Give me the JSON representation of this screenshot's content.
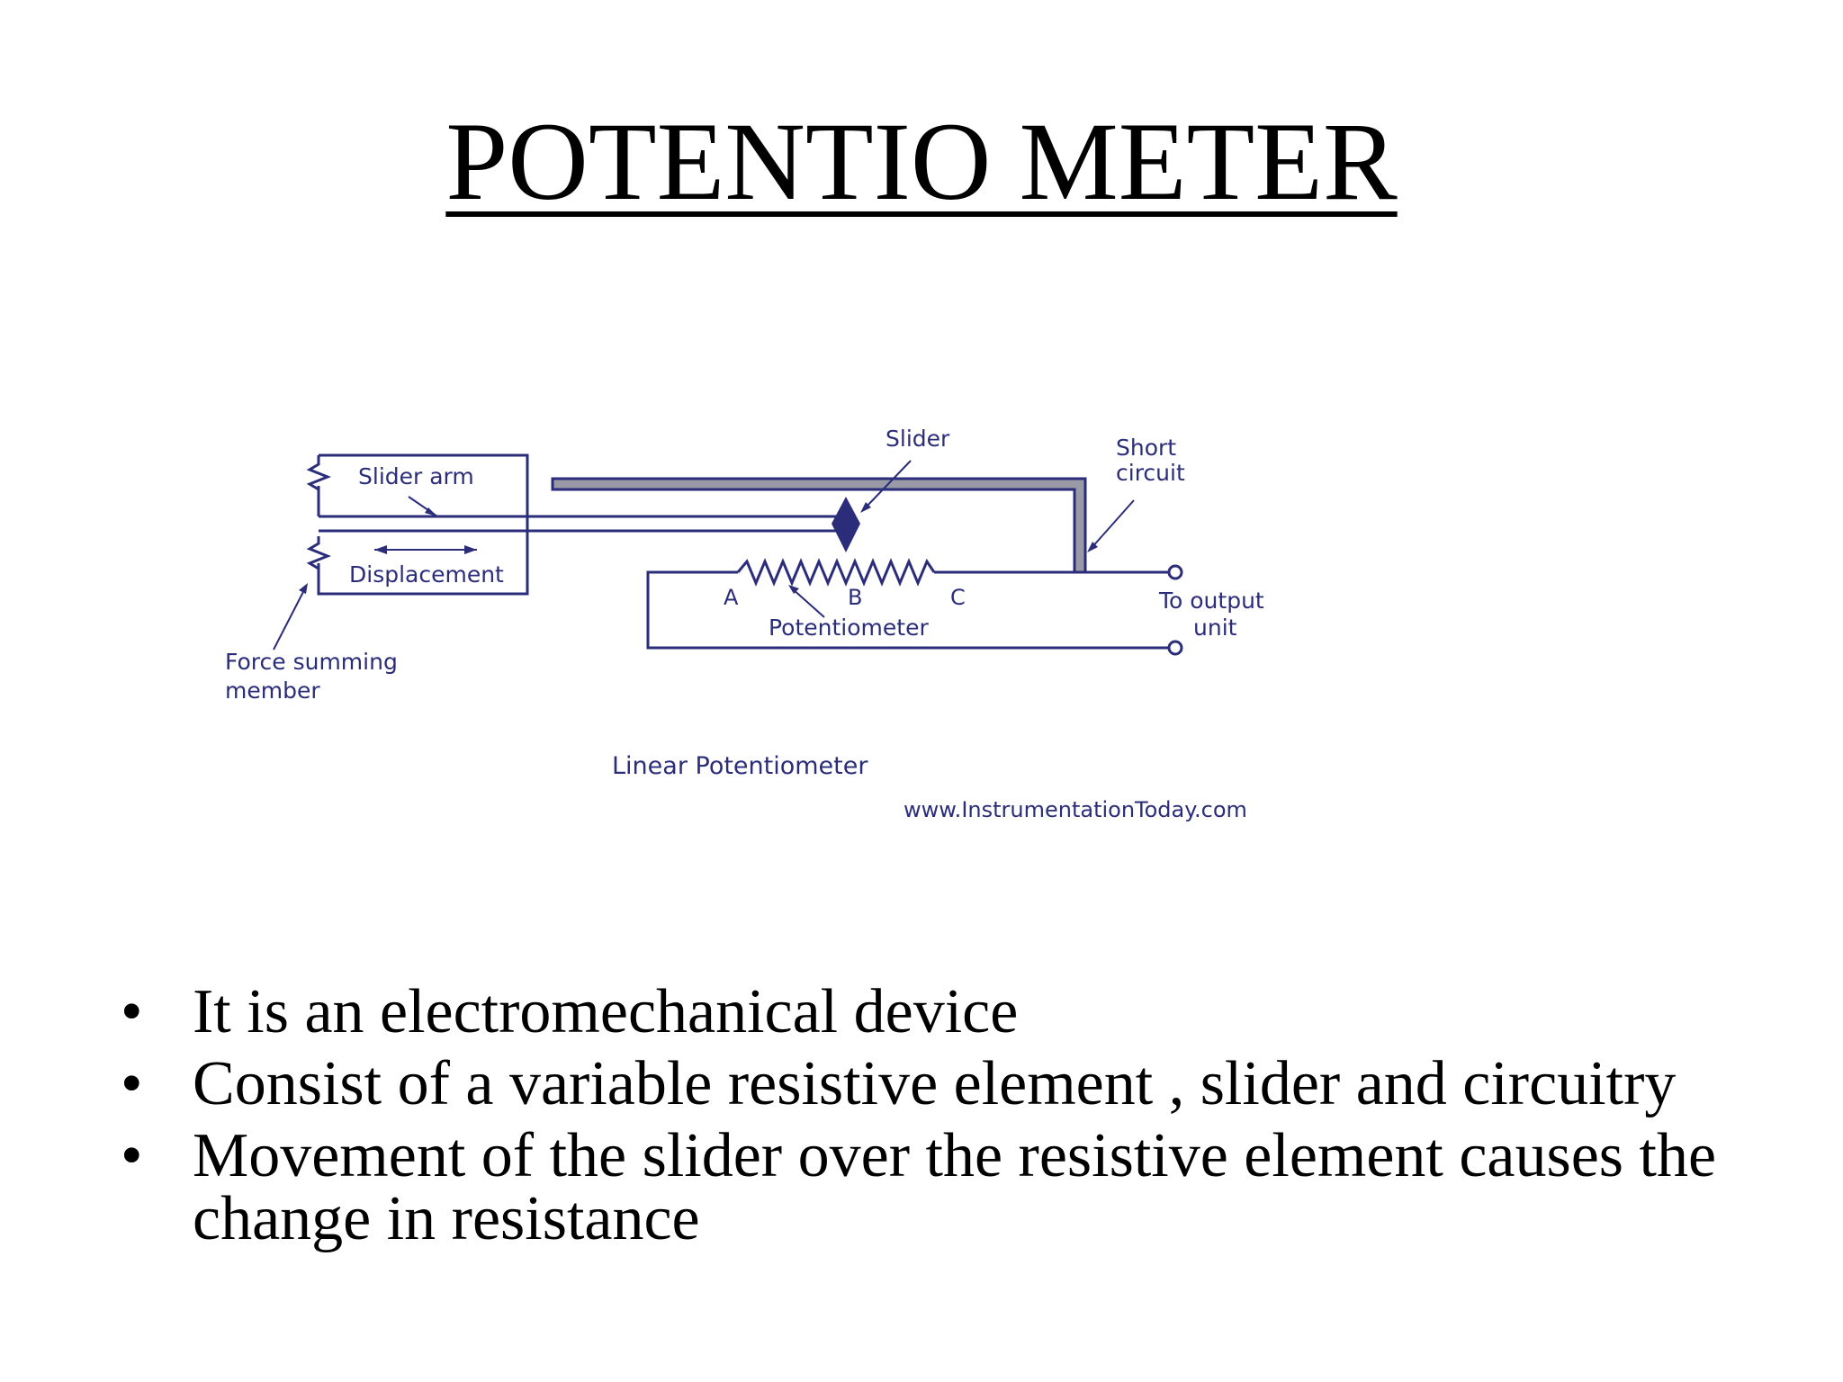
{
  "slide": {
    "title": "POTENTIO METER"
  },
  "diagram": {
    "labels": {
      "slider_arm": "Slider arm",
      "displacement": "Displacement",
      "force_summing_1": "Force summing",
      "force_summing_2": "member",
      "slider": "Slider",
      "short_1": "Short",
      "short_2": "circuit",
      "point_a": "A",
      "point_b": "B",
      "point_c": "C",
      "potentiometer": "Potentiometer",
      "output_1": "To output",
      "output_2": "unit",
      "caption": "Linear Potentiometer",
      "credit": "www.InstrumentationToday.com"
    },
    "colors": {
      "line": "#2b2d7a",
      "fill": "#9a9aa6"
    }
  },
  "bullets": [
    {
      "marker": "•",
      "text": "It is an electromechanical device"
    },
    {
      "marker": "•",
      "text": "Consist of a variable resistive element , slider and circuitry"
    },
    {
      "marker": "•",
      "text": "Movement of the slider over the resistive element causes the change in resistance"
    }
  ]
}
